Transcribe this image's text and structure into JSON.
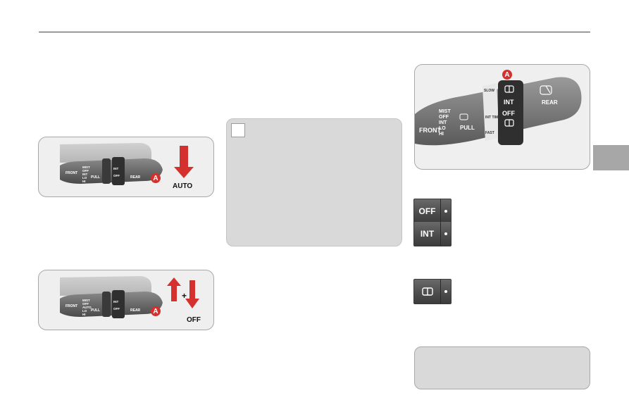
{
  "figures": {
    "fig1": {
      "stalk_labels": {
        "front": "FRONT",
        "mist": "MIST",
        "off": "OFF",
        "int": "INT",
        "lo": "LO",
        "hi": "HI",
        "pull": "PULL",
        "rear": "REAR",
        "lever_int": "INT",
        "lever_off": "OFF"
      },
      "badge": "A",
      "caption": "AUTO"
    },
    "fig2": {
      "stalk_labels": {
        "front": "FRONT",
        "mist": "MIST",
        "off": "OFF",
        "auto": "AUTO",
        "lo": "LO",
        "hi": "HI",
        "pull": "PULL",
        "rear": "REAR",
        "lever_int": "INT",
        "lever_off": "OFF"
      },
      "badge": "A",
      "plus": "+",
      "caption": "OFF"
    },
    "fig3": {
      "stalk_labels": {
        "front": "FRONT",
        "mist": "MIST",
        "off": "OFF",
        "int": "INT",
        "lo": "LO",
        "hi": "HI",
        "pull": "PULL",
        "slow": "SLOW",
        "int_time": "INT TIME",
        "fast": "FAST",
        "ring_int": "INT",
        "ring_off": "OFF",
        "rear": "REAR"
      },
      "badge": "A"
    }
  },
  "switch_icons": {
    "off": {
      "label": "OFF"
    },
    "int": {
      "label": "INT"
    },
    "rear": {
      "icon": "rear-wiper-icon"
    }
  },
  "colors": {
    "accent_rule": "#b5112e",
    "badge": "#d4312e",
    "arrow": "#d4312e",
    "box_fill": "#d9d9d9",
    "side_tab": "#a7a7a7"
  }
}
